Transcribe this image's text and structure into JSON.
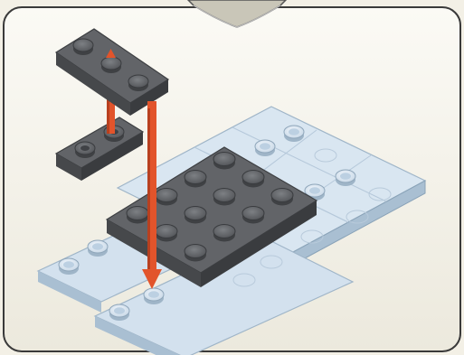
{
  "scene": {
    "kind": "lego-assembly-step",
    "colors": {
      "background_outer": "#f3f0e6",
      "panel_border": "#3a3a3a",
      "panel_fill_top": "#fbfaf5",
      "panel_fill_bottom": "#eeebe0",
      "light_plate": "#c9d9e8",
      "light_plate_side": "#9fb5c8",
      "light_plate_top": "#d9e6f1",
      "dark_plate": "#585a5e",
      "dark_plate_top": "#6a6c70",
      "dark_plate_side": "#3d3f42",
      "arrow": "#e2542b",
      "arrow_dark": "#b8401f"
    },
    "icons": [
      "callout-tab",
      "assembly-arrow-down",
      "assembly-arrow-up"
    ]
  }
}
